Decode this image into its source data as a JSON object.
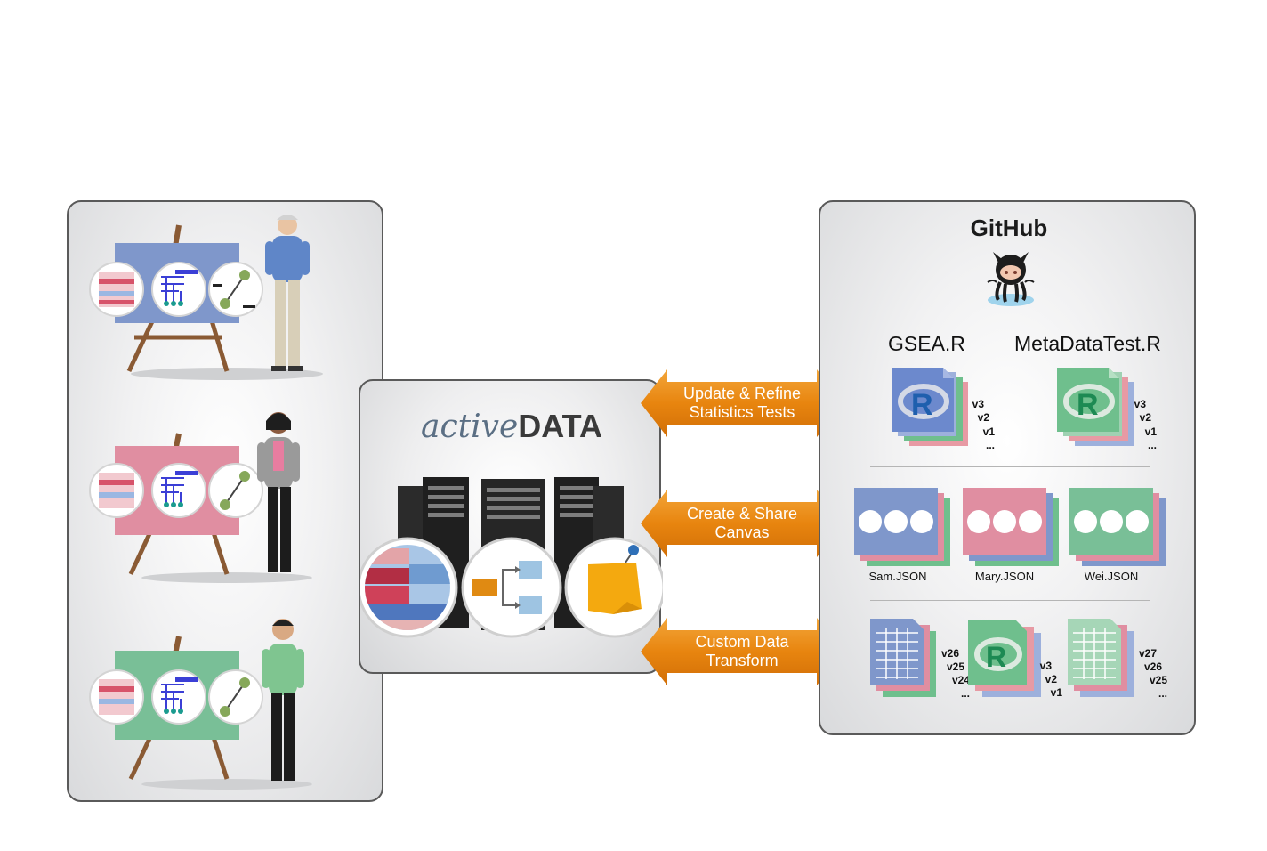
{
  "center": {
    "brand_active": "active",
    "brand_data": "DATA",
    "icons": [
      "heatmap-icon",
      "workflow-icon",
      "sticky-note-icon"
    ]
  },
  "arrows": [
    {
      "line1": "Update & Refine",
      "line2": "Statistics Tests"
    },
    {
      "line1": "Create & Share",
      "line2": "Canvas"
    },
    {
      "line1": "Custom Data",
      "line2": "Transform"
    }
  ],
  "github": {
    "title": "GitHub",
    "scripts": [
      {
        "name": "GSEA.R",
        "versions": [
          "v3",
          "v2",
          "v1",
          "..."
        ]
      },
      {
        "name": "MetaDataTest.R",
        "versions": [
          "v3",
          "v2",
          "v1",
          "..."
        ]
      }
    ],
    "canvases": [
      {
        "name": "Sam.JSON"
      },
      {
        "name": "Mary.JSON"
      },
      {
        "name": "Wei.JSON"
      }
    ],
    "transforms": [
      {
        "versions": [
          "v26",
          "v25",
          "v24",
          "..."
        ]
      },
      {
        "versions": [
          "v3",
          "v2",
          "v1"
        ]
      },
      {
        "versions": [
          "v27",
          "v26",
          "v25",
          "..."
        ]
      }
    ]
  },
  "colors": {
    "arrow_orange": "#e8850f",
    "board_blue": "#7f97cb",
    "board_pink": "#e08ea1",
    "board_green": "#79bf97",
    "r_blue_logo": "#1f5fae",
    "r_green_logo": "#1d8a53"
  }
}
